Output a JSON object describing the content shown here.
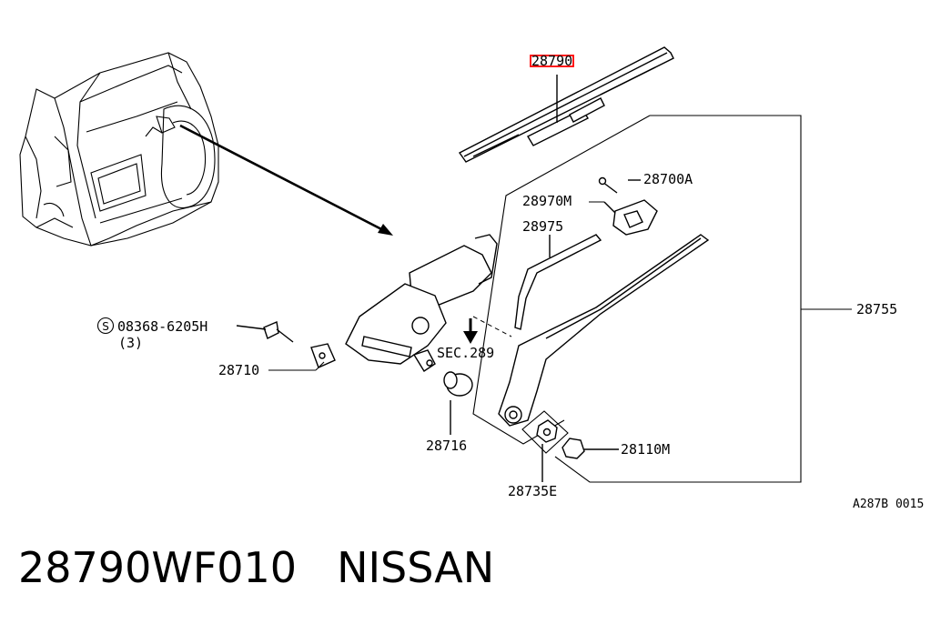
{
  "parts": {
    "blade": "28790",
    "cap": "28700A",
    "pivot_cap": "28970M",
    "arm_part": "28975",
    "arm_assembly": "28755",
    "bolt": "08368-6205H",
    "bolt_qty": "(3)",
    "motor": "28710",
    "section": "SEC.289",
    "grommet": "28716",
    "nut": "28735E",
    "cap_nut": "28110M"
  },
  "figure_code": "A287B 0015",
  "footer": {
    "part_number": "28790WF010",
    "brand": "NISSAN"
  },
  "highlight_color": "#ff0000"
}
